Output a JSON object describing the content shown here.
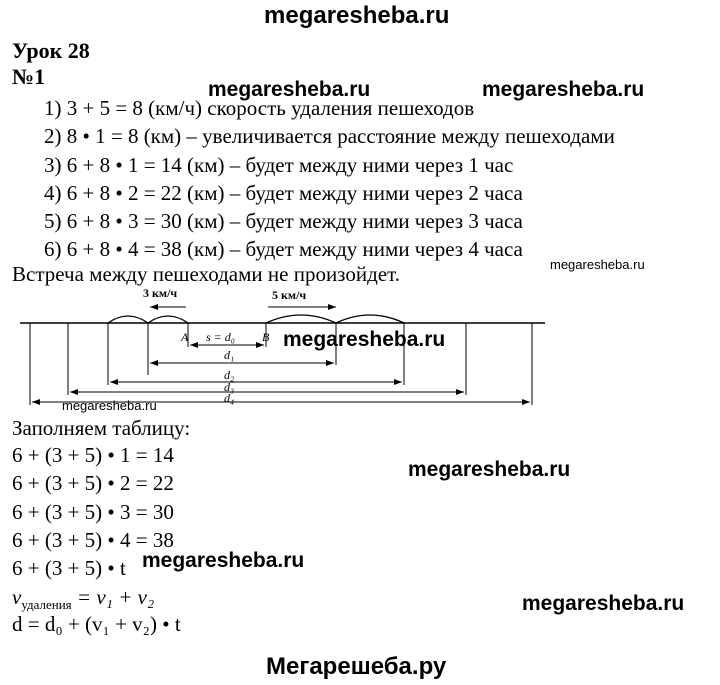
{
  "watermarks": {
    "top": "megaresheba.ru",
    "w1": "megaresheba.ru",
    "w2": "megaresheba.ru",
    "w3": "megaresheba.ru",
    "w4": "megaresheba.ru",
    "w5": "megaresheba.ru",
    "w6": "megaresheba.ru",
    "w7": "megaresheba.ru",
    "w8": "megaresheba.ru",
    "bottom": "Мегарешеба.ру"
  },
  "header": {
    "lesson": "Урок 28",
    "task": "№1"
  },
  "steps": [
    "1) 3 + 5 = 8 (км/ч) скорость удаления пешеходов",
    "2) 8 • 1 = 8 (км) – увеличивается расстояние между пешеходами",
    "3) 6 + 8 • 1 = 14 (км) – будет между ними через 1 час",
    "4) 6 + 8 • 2 = 22 (км) – будет между ними через 2 часа",
    "5) 6 + 8 • 3 = 30 (км) – будет между ними через 3 часа",
    "6) 6 + 8 • 4 = 38 (км) – будет между ними через 4 часа"
  ],
  "conclusion": "Встреча между пешеходами не произойдет.",
  "diagram": {
    "speed_left": "3 км/ч",
    "speed_right": "5 км/ч",
    "point_a": "A",
    "point_b": "B",
    "s_label": "s = d₀",
    "d1": "d₁",
    "d2": "d₂",
    "d3": "d₃",
    "d4": "d₄"
  },
  "table_intro": "Заполняем таблицу:",
  "table_lines": [
    "6 + (3 + 5) • 1 = 14",
    "6 + (3 + 5) • 2 = 22",
    "6 + (3 + 5) • 3 = 30",
    "6 + (3 + 5) • 4 = 38",
    "6 + (3 + 5) • t"
  ],
  "formula1": {
    "v": "v",
    "sub": "удаления",
    "rest": " = v₁ + v₂"
  },
  "formula2": "d = d₀ + (v₁ + v₂) • t"
}
